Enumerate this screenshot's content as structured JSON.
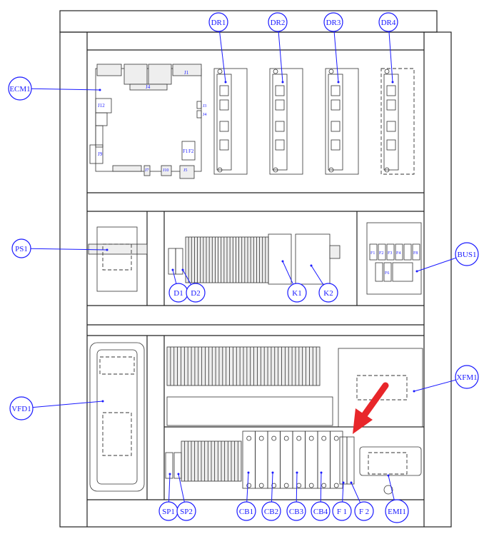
{
  "drawing": {
    "title": "Control panel layout",
    "balloon_color": "#1a1aff",
    "arrow_color": "#e8262a",
    "balloons": [
      {
        "id": "DR1",
        "label": "DR1"
      },
      {
        "id": "DR2",
        "label": "DR2"
      },
      {
        "id": "DR3",
        "label": "DR3"
      },
      {
        "id": "DR4",
        "label": "DR4"
      },
      {
        "id": "ECM1",
        "label": "ECM1"
      },
      {
        "id": "PS1",
        "label": "PS1"
      },
      {
        "id": "BUS1",
        "label": "BUS1"
      },
      {
        "id": "VFD1",
        "label": "VFD1"
      },
      {
        "id": "XFM1",
        "label": "XFM1"
      },
      {
        "id": "D1",
        "label": "D1"
      },
      {
        "id": "D2",
        "label": "D2"
      },
      {
        "id": "K1",
        "label": "K1"
      },
      {
        "id": "K2",
        "label": "K2"
      },
      {
        "id": "SP1",
        "label": "SP1"
      },
      {
        "id": "SP2",
        "label": "SP2"
      },
      {
        "id": "CB1",
        "label": "CB1"
      },
      {
        "id": "CB2",
        "label": "CB2"
      },
      {
        "id": "CB3",
        "label": "CB3"
      },
      {
        "id": "CB4",
        "label": "CB4"
      },
      {
        "id": "F1",
        "label": "F 1"
      },
      {
        "id": "F2",
        "label": "F 2"
      },
      {
        "id": "EMI1",
        "label": "EMI1"
      }
    ],
    "ecm_labels": [
      "J1",
      "J4",
      "J12",
      "J3",
      "J4",
      "J9",
      "F1",
      "F2",
      "J7",
      "J10",
      "J5"
    ],
    "bus_labels": [
      "F1",
      "F2",
      "F3",
      "F4",
      "F8",
      "F6"
    ]
  }
}
